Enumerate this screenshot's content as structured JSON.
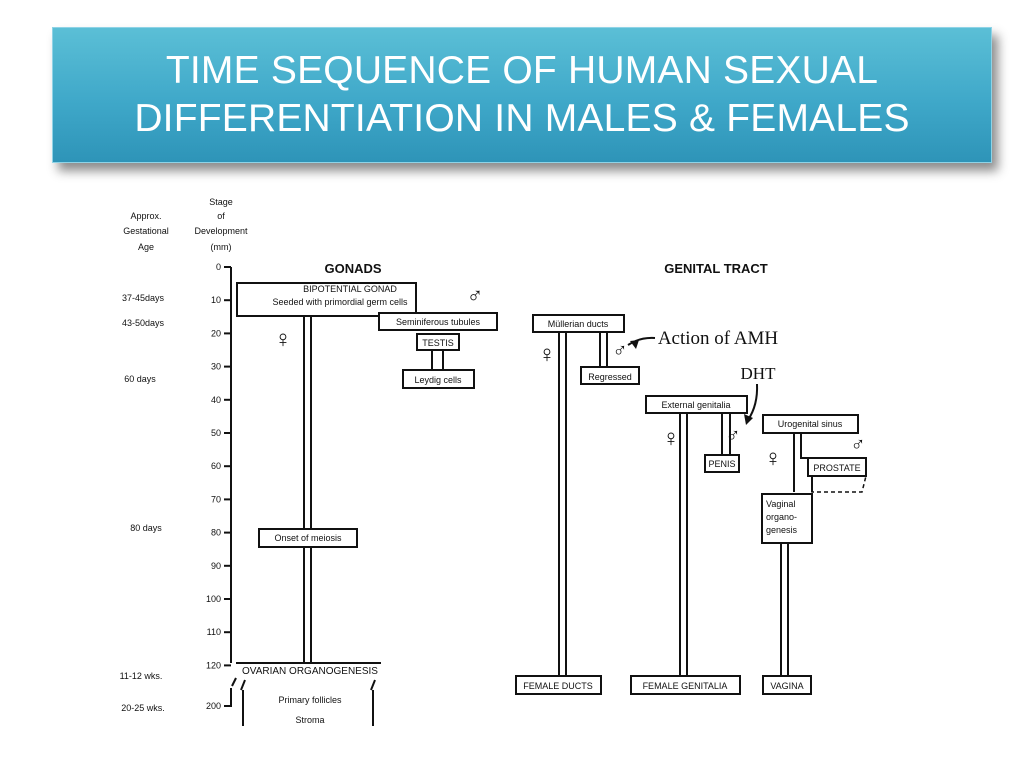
{
  "title": {
    "line1": "TIME SEQUENCE OF HUMAN SEXUAL",
    "line2": "DIFFERENTIATION IN MALES & FEMALES"
  },
  "column_headers": {
    "age": [
      "Approx.",
      "Gestational",
      "Age"
    ],
    "stage": [
      "Stage",
      "of",
      "Development",
      "(mm)"
    ]
  },
  "ages": [
    "37-45days",
    "43-50days",
    "60 days",
    "80 days",
    "11-12 wks.",
    "20-25 wks."
  ],
  "stage_ticks": [
    "0",
    "10",
    "20",
    "30",
    "40",
    "50",
    "60",
    "70",
    "80",
    "90",
    "100",
    "110",
    "120",
    "200"
  ],
  "gonads": {
    "header": "GONADS",
    "bipotential": "BIPOTENTIAL GONAD",
    "seeded": "Seeded with primordial germ cells",
    "seminiferous": "Seminiferous tubules",
    "testis": "TESTIS",
    "leydig": "Leydig cells",
    "meiosis": "Onset of meiosis",
    "ovarian": "OVARIAN ORGANOGENESIS",
    "primary_follicles": "Primary follicles",
    "stroma": "Stroma"
  },
  "genital_tract": {
    "header": "GENITAL TRACT",
    "mullerian": "Müllerian ducts",
    "action_amh": "Action of AMH",
    "regressed": "Regressed",
    "dht": "DHT",
    "external_genitalia": "External genitalia",
    "penis": "PENIS",
    "urogenital_sinus": "Urogenital sinus",
    "prostate": "PROSTATE",
    "vaginal_organogenesis": [
      "Vaginal",
      "organo-",
      "genesis"
    ],
    "female_ducts": "FEMALE DUCTS",
    "female_genitalia": "FEMALE GENITALIA",
    "vagina": "VAGINA"
  },
  "symbols": {
    "male": "♂",
    "female": "♀"
  }
}
